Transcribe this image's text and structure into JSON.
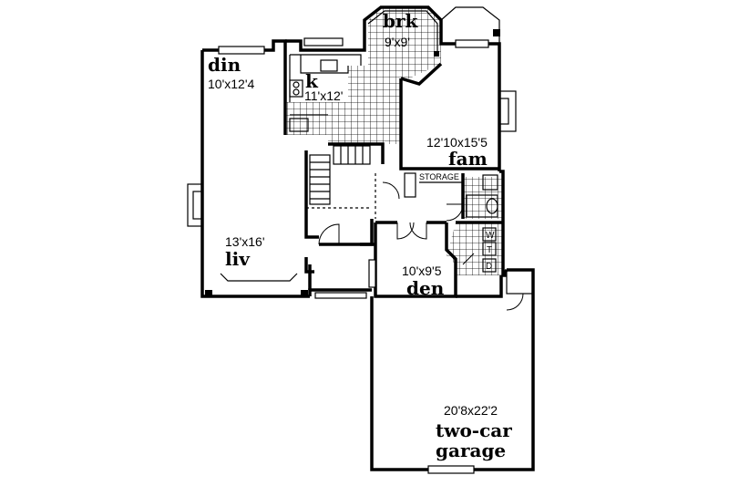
{
  "rooms": {
    "breakfast": {
      "name": "brk",
      "size": "9'x9'"
    },
    "dining": {
      "name": "din",
      "size": "10'x12'4"
    },
    "kitchen": {
      "name": "k",
      "size": "11'x12'"
    },
    "family": {
      "name": "fam",
      "size": "12'10x15'5"
    },
    "living": {
      "name": "liv",
      "size": "13'x16'"
    },
    "den": {
      "name": "den",
      "size": "10'x9'5"
    },
    "garage": {
      "name_line1": "two-car",
      "name_line2": "garage",
      "size": "20'8x22'2"
    }
  },
  "labels": {
    "storage": "STORAGE",
    "washer": "W",
    "tub": "T",
    "dryer": "D"
  }
}
